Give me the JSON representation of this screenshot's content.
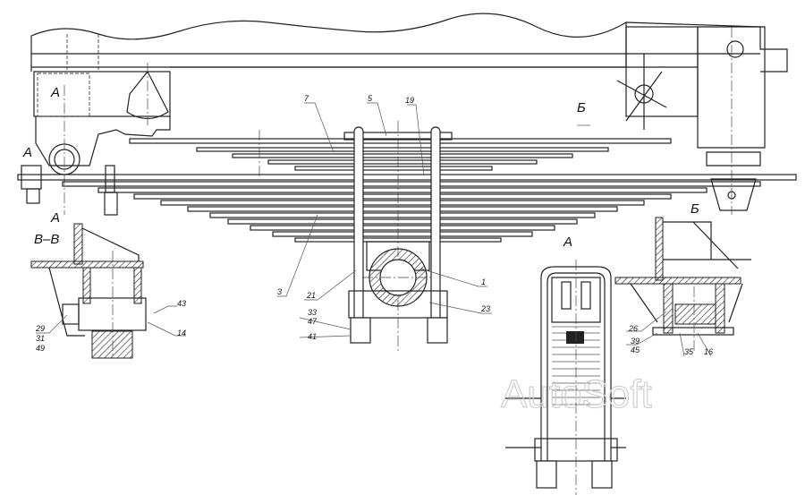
{
  "drawing": {
    "section_labels": {
      "a_top": "A",
      "a_left": "A",
      "a_bottom": "A",
      "bb": "В–В",
      "b_arrow": "Б",
      "b_view": "Б",
      "view_a": "A"
    },
    "part_labels": [
      "7",
      "5",
      "19",
      "3",
      "21",
      "1",
      "23",
      "33",
      "47",
      "41",
      "43",
      "14",
      "29",
      "31",
      "49",
      "26",
      "39",
      "45",
      "35",
      "16"
    ],
    "watermark": "AutoSoft"
  }
}
